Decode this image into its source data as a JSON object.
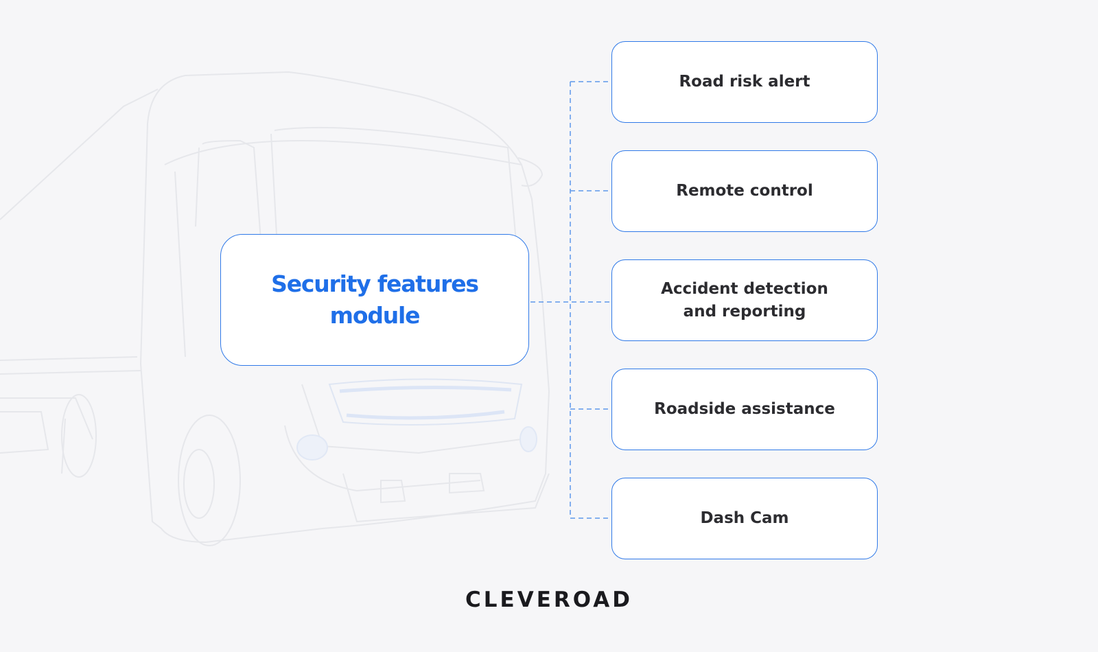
{
  "diagram": {
    "center": {
      "title": "Security features module",
      "color": "#1f6fe8"
    },
    "features": [
      {
        "label": "Road risk alert"
      },
      {
        "label": "Remote control"
      },
      {
        "label": "Accident detection and reporting"
      },
      {
        "label": "Roadside assistance"
      },
      {
        "label": "Dash Cam"
      }
    ],
    "accent_color": "#2f79e8",
    "connector_color": "#5d97ea"
  },
  "footer": {
    "logo": "CLEVEROAD"
  },
  "background": {
    "illustration": "truck-outline-icon"
  }
}
